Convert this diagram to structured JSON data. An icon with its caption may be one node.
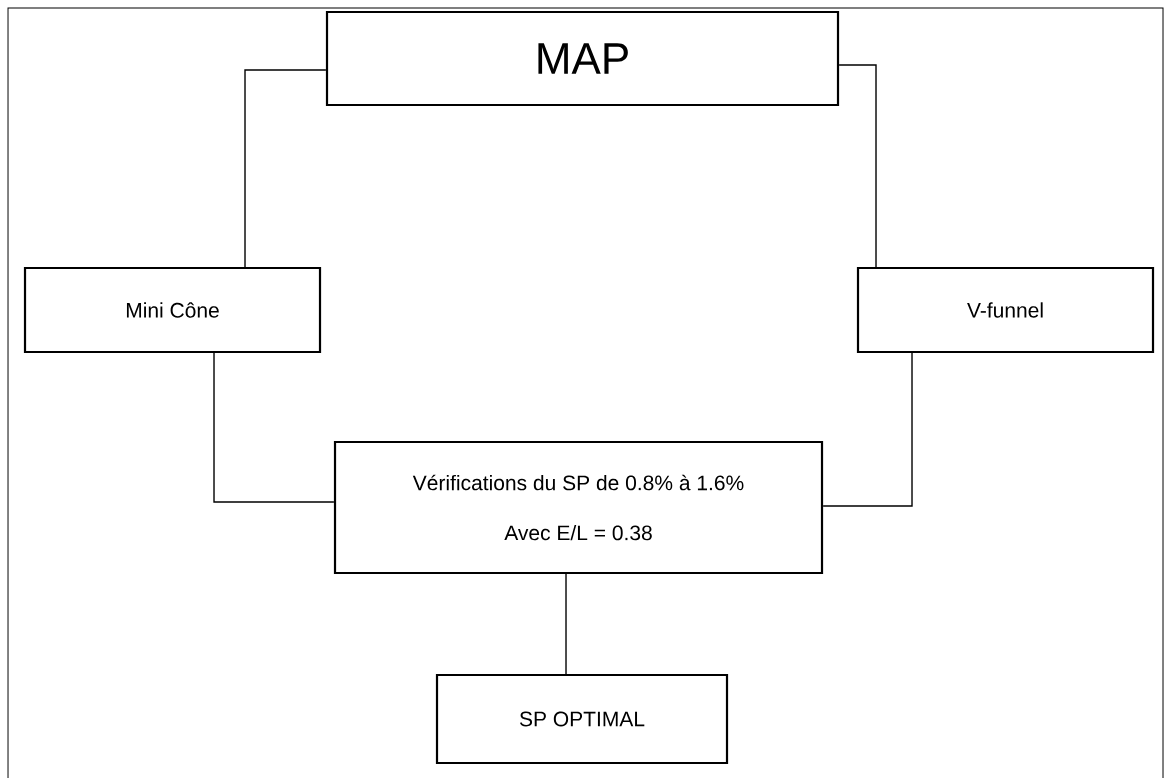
{
  "diagram": {
    "nodes": [
      {
        "text": [
          "MAP"
        ]
      },
      {
        "text": [
          "Mini Cône"
        ]
      },
      {
        "text": [
          "V-funnel"
        ]
      },
      {
        "text": [
          "Vérifications du SP de 0.8% à 1.6%",
          "Avec E/L = 0.38"
        ]
      },
      {
        "text": [
          "SP OPTIMAL"
        ]
      }
    ],
    "edges": [
      {
        "from": 0,
        "to": 1,
        "arrow": "none"
      },
      {
        "from": 0,
        "to": 2,
        "arrow": "none"
      },
      {
        "from": 1,
        "to": 3,
        "arrow": "none"
      },
      {
        "from": 2,
        "to": 3,
        "arrow": "none"
      },
      {
        "from": 3,
        "to": 4,
        "arrow": "none"
      }
    ]
  }
}
